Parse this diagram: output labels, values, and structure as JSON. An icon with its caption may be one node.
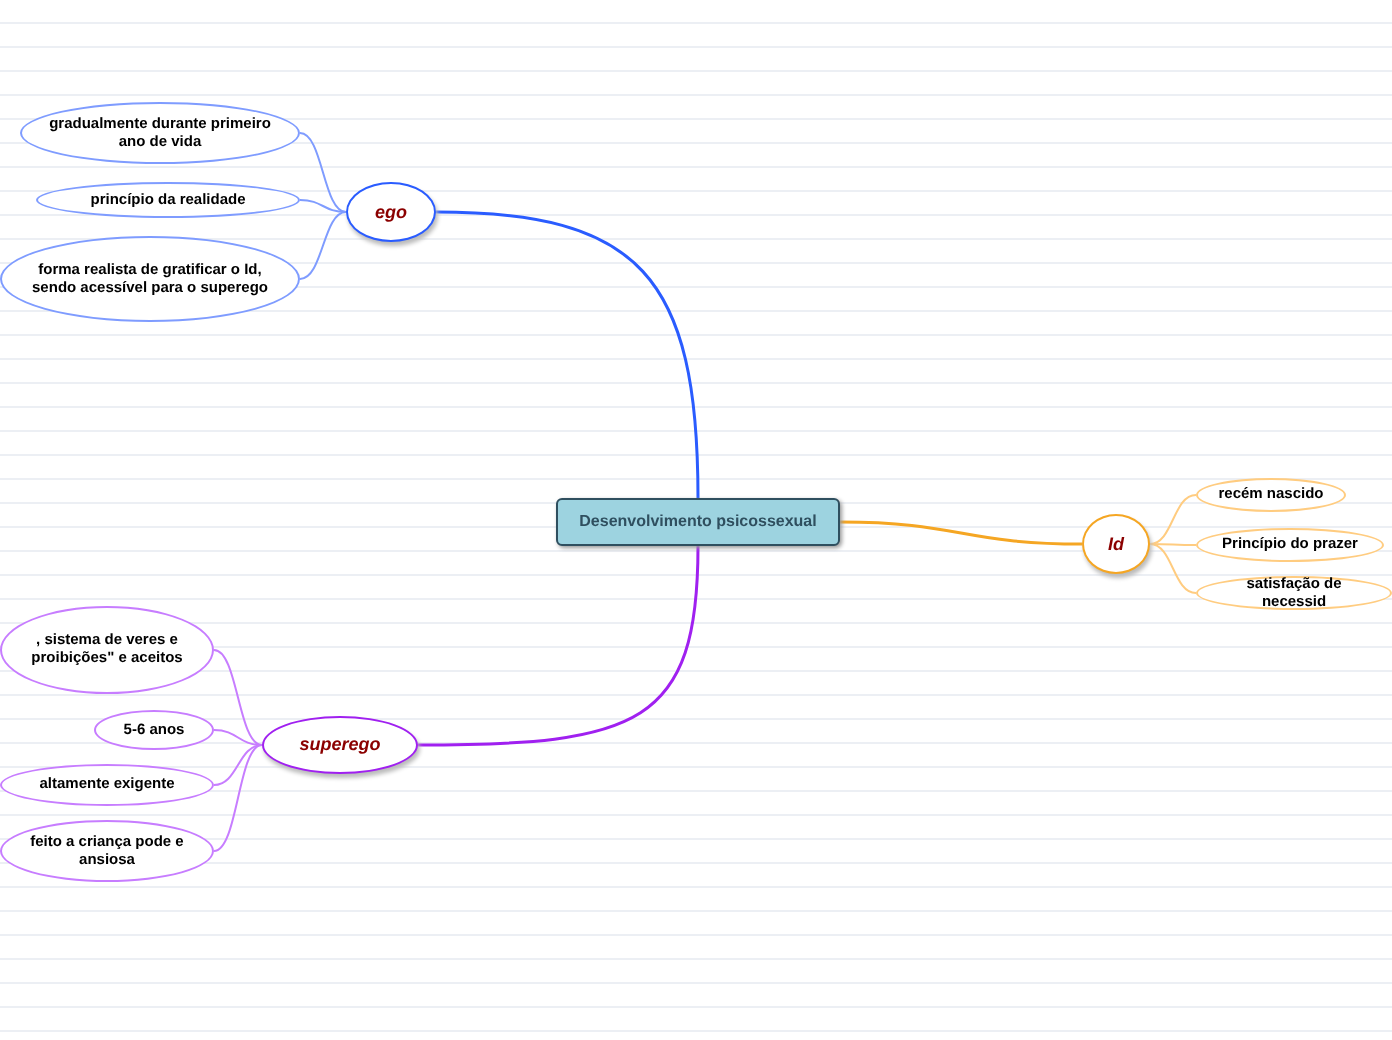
{
  "diagram": {
    "nodes": [
      {
        "text": [
          "Desenvolvimento psicossexual"
        ]
      },
      {
        "text": [
          "ego"
        ]
      },
      {
        "text": [
          "gradualmente durante primeiro ano de vida"
        ]
      },
      {
        "text": [
          "princípio da realidade"
        ]
      },
      {
        "text": [
          "forma realista de gratificar o Id, sendo acessível para o superego"
        ]
      },
      {
        "text": [
          "superego"
        ]
      },
      {
        "text": [
          ", sistema de veres e proibições\" e aceitos"
        ]
      },
      {
        "text": [
          "5-6 anos"
        ]
      },
      {
        "text": [
          "altamente exigente"
        ]
      },
      {
        "text": [
          "feito a criança pode e ansiosa"
        ]
      },
      {
        "text": [
          "Id"
        ]
      },
      {
        "text": [
          "recém nascido"
        ]
      },
      {
        "text": [
          "Princípio do prazer"
        ]
      },
      {
        "text": [
          "satisfação de necessid"
        ]
      }
    ],
    "edges": [
      {
        "from": 0,
        "to": 1,
        "arrow": "none",
        "color": "#2a5cff"
      },
      {
        "from": 1,
        "to": 2,
        "arrow": "none",
        "color": "#7f9cff"
      },
      {
        "from": 1,
        "to": 3,
        "arrow": "none",
        "color": "#7f9cff"
      },
      {
        "from": 1,
        "to": 4,
        "arrow": "none",
        "color": "#7f9cff"
      },
      {
        "from": 0,
        "to": 5,
        "arrow": "none",
        "color": "#a020f0"
      },
      {
        "from": 5,
        "to": 6,
        "arrow": "none",
        "color": "#c77dff"
      },
      {
        "from": 5,
        "to": 7,
        "arrow": "none",
        "color": "#c77dff"
      },
      {
        "from": 5,
        "to": 8,
        "arrow": "none",
        "color": "#c77dff"
      },
      {
        "from": 5,
        "to": 9,
        "arrow": "none",
        "color": "#c77dff"
      },
      {
        "from": 0,
        "to": 10,
        "arrow": "none",
        "color": "#f5a623"
      },
      {
        "from": 10,
        "to": 11,
        "arrow": "none",
        "color": "#ffcc80"
      },
      {
        "from": 10,
        "to": 12,
        "arrow": "none",
        "color": "#ffcc80"
      },
      {
        "from": 10,
        "to": 13,
        "arrow": "none",
        "color": "#ffcc80"
      }
    ]
  }
}
